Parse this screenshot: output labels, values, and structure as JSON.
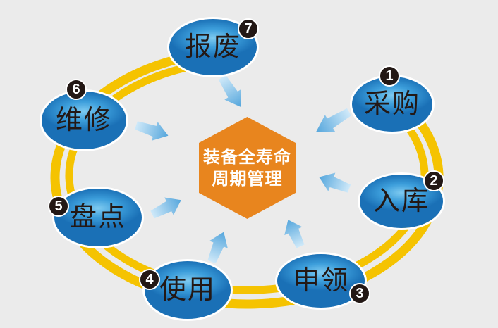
{
  "center": {
    "line1": "装备全寿命",
    "line2": "周期管理"
  },
  "stages": [
    {
      "number": "1",
      "label": "采购"
    },
    {
      "number": "2",
      "label": "入库"
    },
    {
      "number": "3",
      "label": "申领"
    },
    {
      "number": "4",
      "label": "使用"
    },
    {
      "number": "5",
      "label": "盘点"
    },
    {
      "number": "6",
      "label": "维修"
    },
    {
      "number": "7",
      "label": "报废"
    }
  ],
  "colors": {
    "background": "#ebebeb",
    "ring_yellow": "#f5c301",
    "hexagon_orange": "#e8851e",
    "node_blue_light": "#7ecaf0",
    "node_blue_mid": "#3c9edb",
    "node_blue_dark": "#1a70b6",
    "badge_black": "#231815",
    "label_text": "#231815",
    "center_text": "#ffffff",
    "arrow_tail": "#cfe9f9",
    "arrow_head": "#55a6dc"
  }
}
